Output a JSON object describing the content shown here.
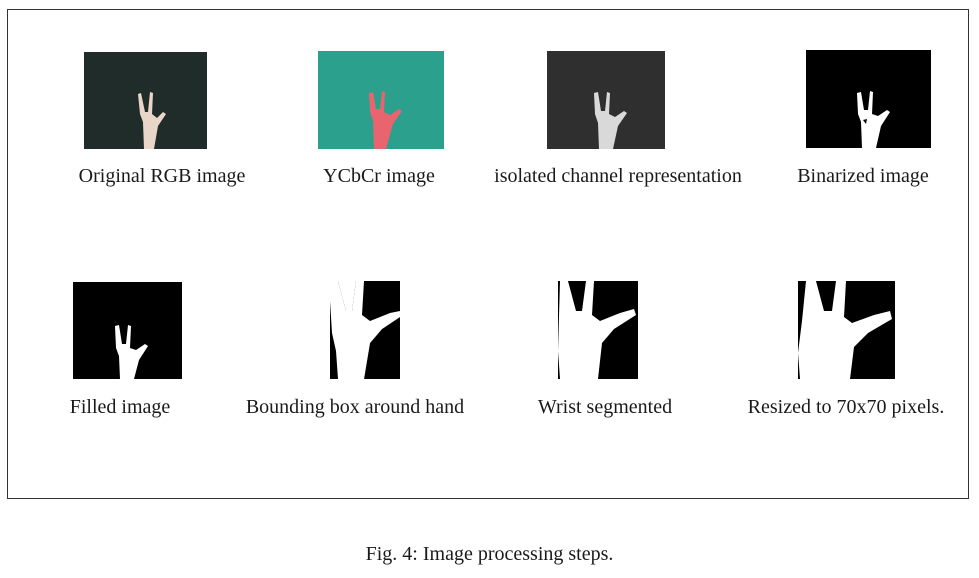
{
  "figure": {
    "caption": "Fig. 4: Image processing steps.",
    "steps": [
      {
        "label": "Original RGB image"
      },
      {
        "label": "YCbCr image"
      },
      {
        "label": "isolated channel representation"
      },
      {
        "label": "Binarized image"
      },
      {
        "label": "Filled image"
      },
      {
        "label": "Bounding box around hand"
      },
      {
        "label": "Wrist segmented"
      },
      {
        "label": "Resized to 70x70 pixels."
      }
    ]
  },
  "colors": {
    "rgb_background": "#1e2623",
    "rgb_hand": "#e9d6c8",
    "ycbcr_background": "#2aa08d",
    "ycbcr_hand": "#e8646e",
    "gray_background": "#2f2f2f",
    "gray_hand": "#d9d9d9",
    "binary_background": "#000000",
    "binary_hand": "#ffffff"
  }
}
